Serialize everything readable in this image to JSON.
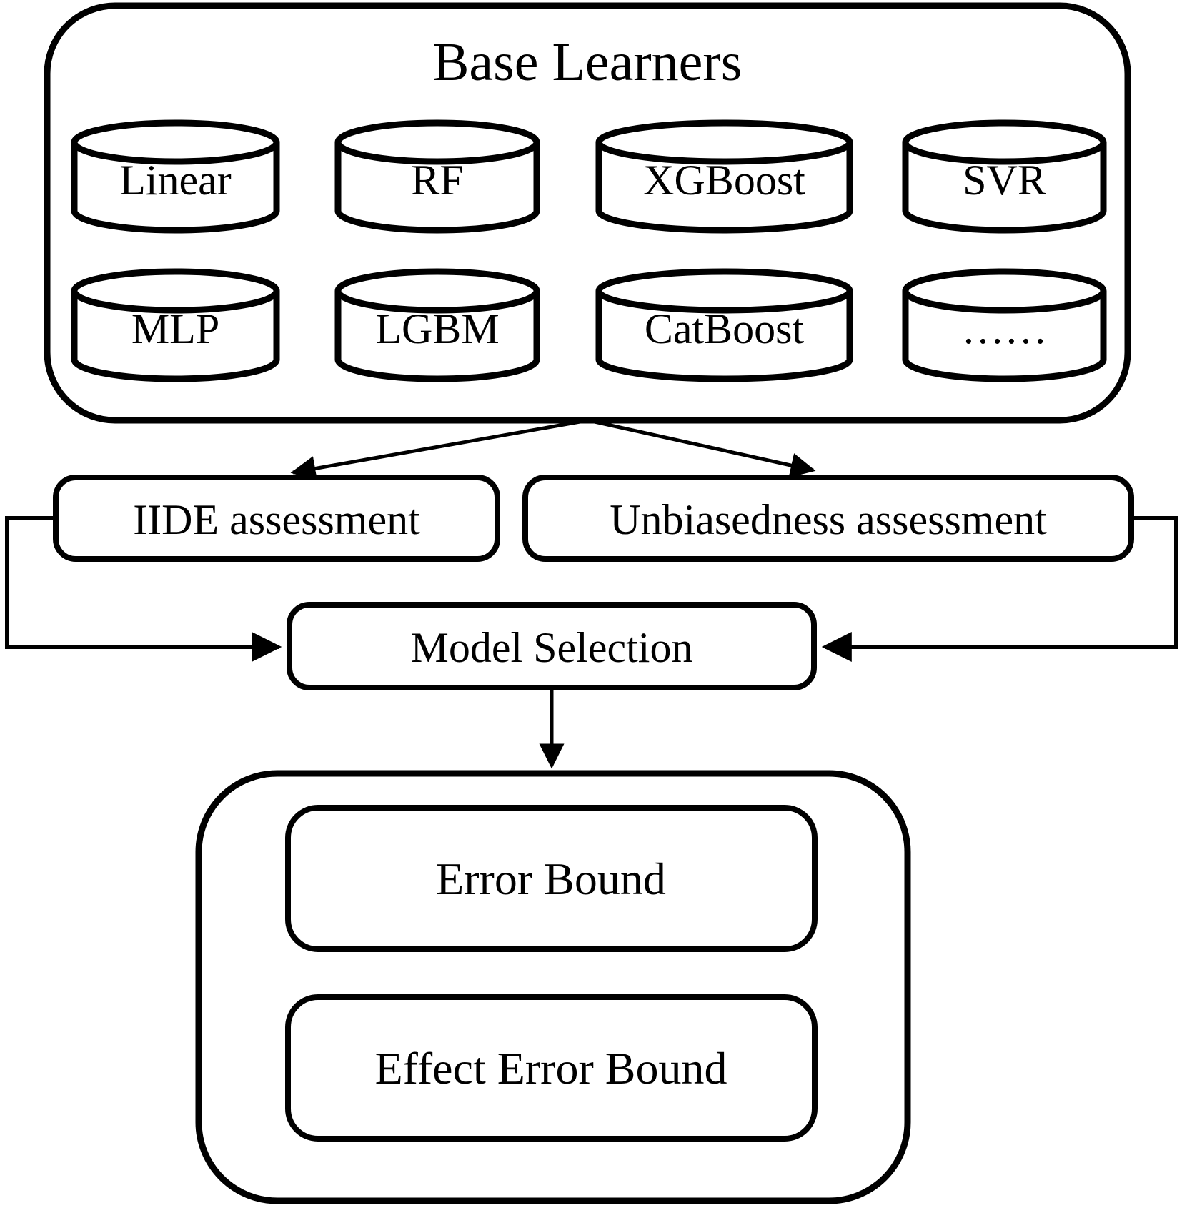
{
  "diagram": {
    "base_learners": {
      "title": "Base Learners",
      "row1": [
        "Linear",
        "RF",
        "XGBoost",
        "SVR"
      ],
      "row2": [
        "MLP",
        "LGBM",
        "CatBoost",
        "……"
      ]
    },
    "assessments": {
      "iide": "IIDE assessment",
      "unbiasedness": "Unbiasedness assessment"
    },
    "model_selection": "Model Selection",
    "outputs": {
      "error_bound": "Error Bound",
      "effect_error_bound": "Effect Error Bound"
    },
    "colors": {
      "stroke": "#000000",
      "background": "#ffffff"
    }
  }
}
